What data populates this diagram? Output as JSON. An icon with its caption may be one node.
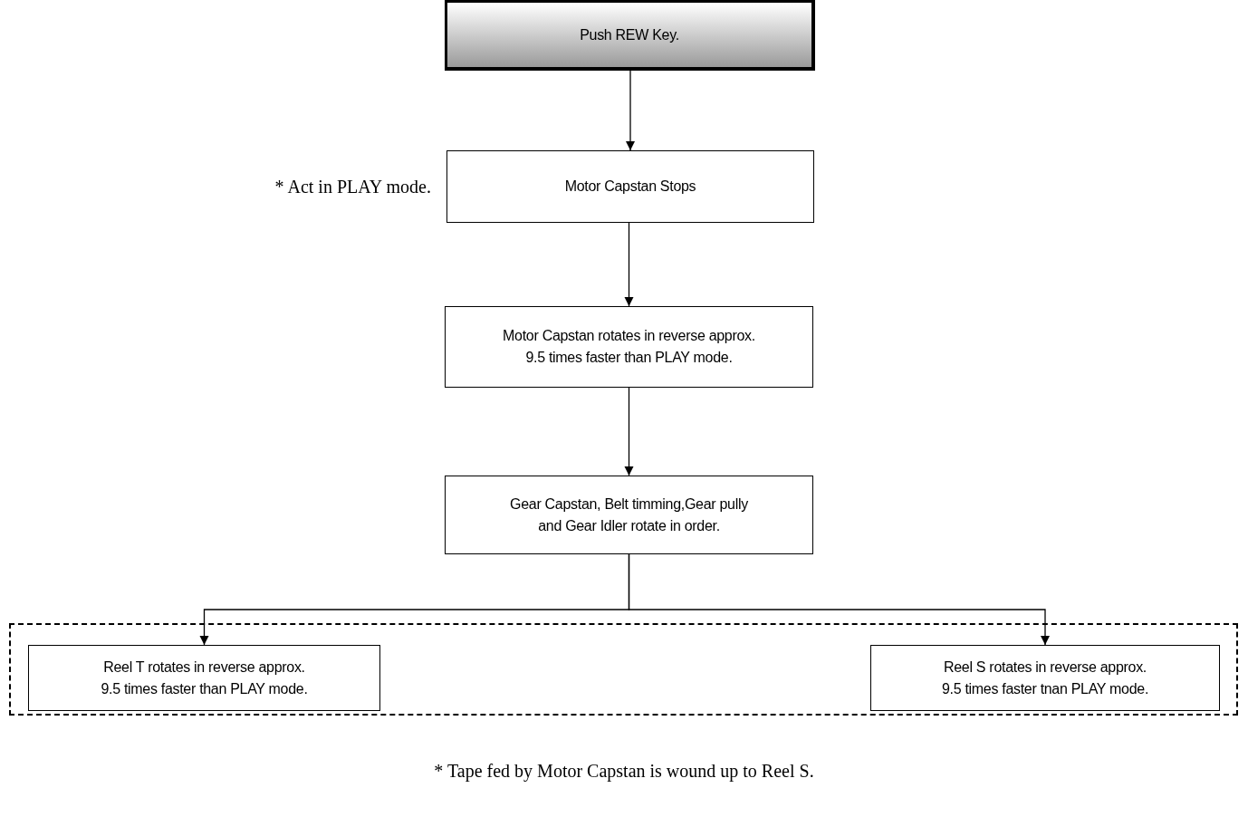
{
  "diagram": {
    "caption": "* Tape fed by Motor Capstan is wound up to Reel S.",
    "nodes": [
      {
        "text": [
          "Push REW Key."
        ]
      },
      {
        "text": [
          "Motor Capstan Stops"
        ],
        "beside": [
          "* Act in PLAY mode."
        ]
      },
      {
        "text": [
          "Motor Capstan rotates in reverse approx. 9.5 times faster than PLAY mode."
        ]
      },
      {
        "text": [
          "Gear Capstan, Belt timming,Gear pully and Gear Idler rotate in order."
        ]
      },
      {
        "text": [],
        "shape": "box"
      },
      {
        "text": [
          "Reel T rotates in reverse approx. 9.5 times faster than PLAY mode."
        ],
        "in": 4
      },
      {
        "text": [
          "Reel S rotates in reverse approx. 9.5 times faster tnan PLAY mode."
        ],
        "in": 4
      }
    ],
    "edges": [
      {
        "from": 0,
        "to": 1,
        "arrow": "to"
      },
      {
        "from": 1,
        "to": 2,
        "arrow": "to"
      },
      {
        "from": 2,
        "to": 3,
        "arrow": "to"
      },
      {
        "from": 3,
        "to": 5,
        "arrow": "to"
      },
      {
        "from": 3,
        "to": 6,
        "arrow": "to"
      }
    ]
  }
}
